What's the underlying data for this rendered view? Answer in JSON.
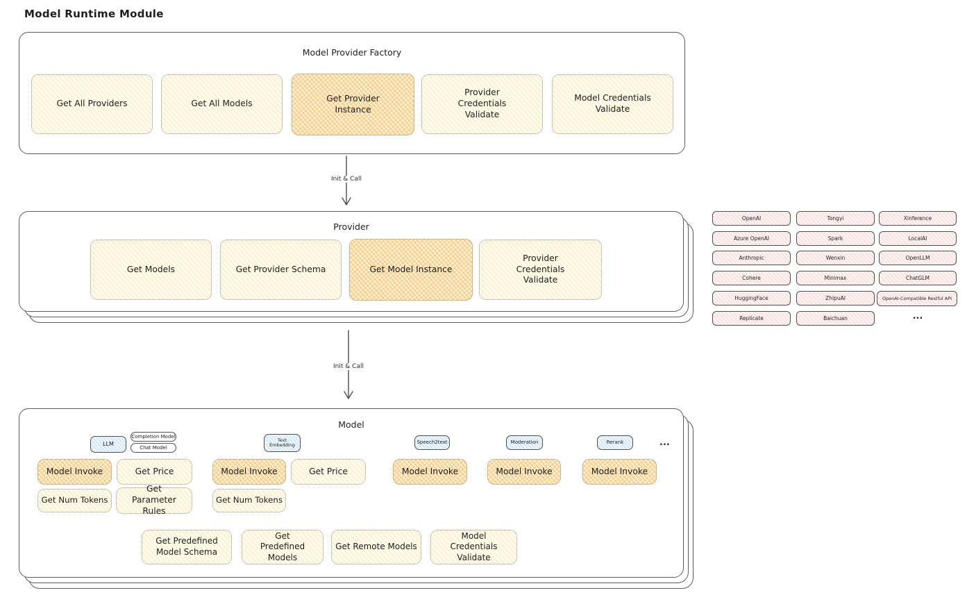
{
  "page_title": "Model Runtime Module",
  "arrows": {
    "factory_to_provider": "Init & Call",
    "provider_to_model": "Init & Call"
  },
  "factory": {
    "title": "Model Provider Factory",
    "boxes": [
      {
        "label": "Get All Providers",
        "highlighted": false
      },
      {
        "label": "Get All Models",
        "highlighted": false
      },
      {
        "label": "Get Provider Instance",
        "highlighted": true
      },
      {
        "label": "Provider Credentials Validate",
        "highlighted": false
      },
      {
        "label": "Model Credentials Validate",
        "highlighted": false
      }
    ]
  },
  "provider": {
    "title": "Provider",
    "boxes": [
      {
        "label": "Get Models",
        "highlighted": false
      },
      {
        "label": "Get Provider Schema",
        "highlighted": false
      },
      {
        "label": "Get Model Instance",
        "highlighted": true
      },
      {
        "label": "Provider Credentials Validate",
        "highlighted": false
      }
    ]
  },
  "provider_list": {
    "items": [
      "OpenAI",
      "Tongyi",
      "Xinference",
      "Azure OpenAI",
      "Spark",
      "LocalAI",
      "Anthropic",
      "Wenxin",
      "OpenLLM",
      "Cohere",
      "Minimax",
      "ChatGLM",
      "HuggingFace",
      "ZhipuAI",
      "OpenAI-Compatible Restful API",
      "Replicate",
      "Baichuan"
    ],
    "more": "..."
  },
  "model": {
    "title": "Model",
    "tags": {
      "llm": "LLM",
      "completion_model": "Completion Model",
      "chat_model": "Chat Model",
      "text_embedding": "Text Embedding",
      "speech2text": "Speech2text",
      "moderation": "Moderation",
      "rerank": "Rerank",
      "more": "..."
    },
    "functions": {
      "model_invoke": "Model Invoke",
      "get_price": "Get Price",
      "get_num_tokens": "Get Num Tokens",
      "get_parameter_rules": "Get Parameter Rules"
    },
    "bottom_boxes": [
      {
        "label": "Get Predefined Model Schema"
      },
      {
        "label": "Get Predefined Models"
      },
      {
        "label": "Get Remote Models"
      },
      {
        "label": "Model Credentials Validate"
      }
    ]
  },
  "colors": {
    "highlight_fill": "#f0ad4e",
    "yellow_fill": "#fefbee",
    "pink_fill": "#fdf2f2",
    "blue_fill": "#eef6fc",
    "stroke": "#1e1e1e"
  }
}
